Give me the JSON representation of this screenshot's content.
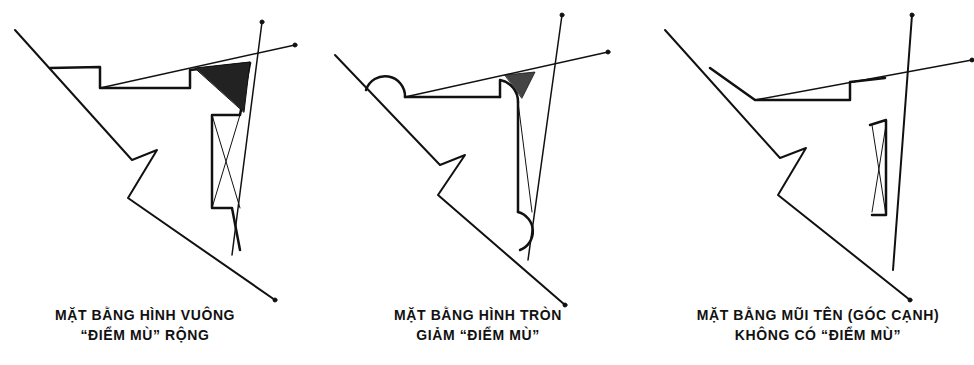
{
  "diagram": {
    "labels": [
      "MẶT BẰNG HÌNH VUÔNG “ĐIỂM MÙ” RỘNG",
      "MẶT BẰNG HÌNH TRÒN GIẢM “ĐIỂM MÙ”",
      "MẶT BẰNG MŨI TÊN (GÓC CẠNH) KHÔNG CÓ “ĐIỂM MÙ”"
    ]
  }
}
